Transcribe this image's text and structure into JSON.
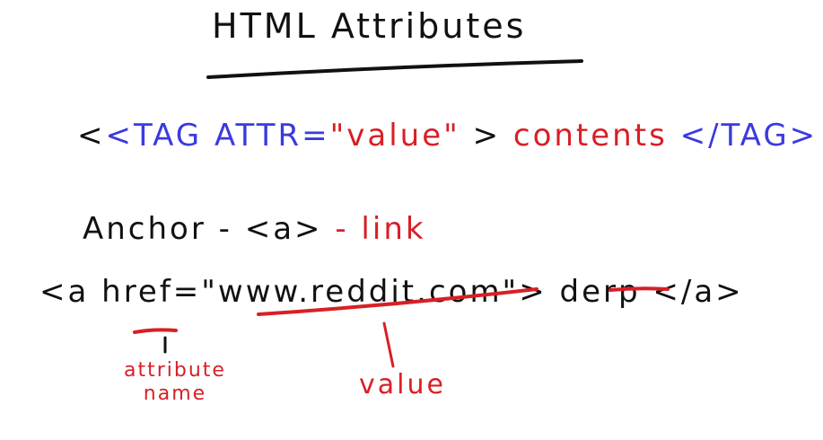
{
  "title": "HTML Attributes",
  "syntax": {
    "open_tag": "<TAG",
    "attr": "ATTR=",
    "value": "\"value\"",
    "close_bracket": ">",
    "contents": "contents",
    "close_tag": "</TAG>"
  },
  "anchor": {
    "label": "Anchor -",
    "tag": "<a>",
    "meaning": "- link"
  },
  "example": {
    "open": "<a",
    "attr": "href=",
    "value": "\"www.reddit.com\">",
    "text": "derp",
    "close": "</a>"
  },
  "annotations": {
    "attribute_line1": "attribute",
    "attribute_line2": "name",
    "value": "value"
  },
  "colors": {
    "ink": "#111111",
    "red": "#d81f26",
    "blue": "#3a3adf"
  }
}
